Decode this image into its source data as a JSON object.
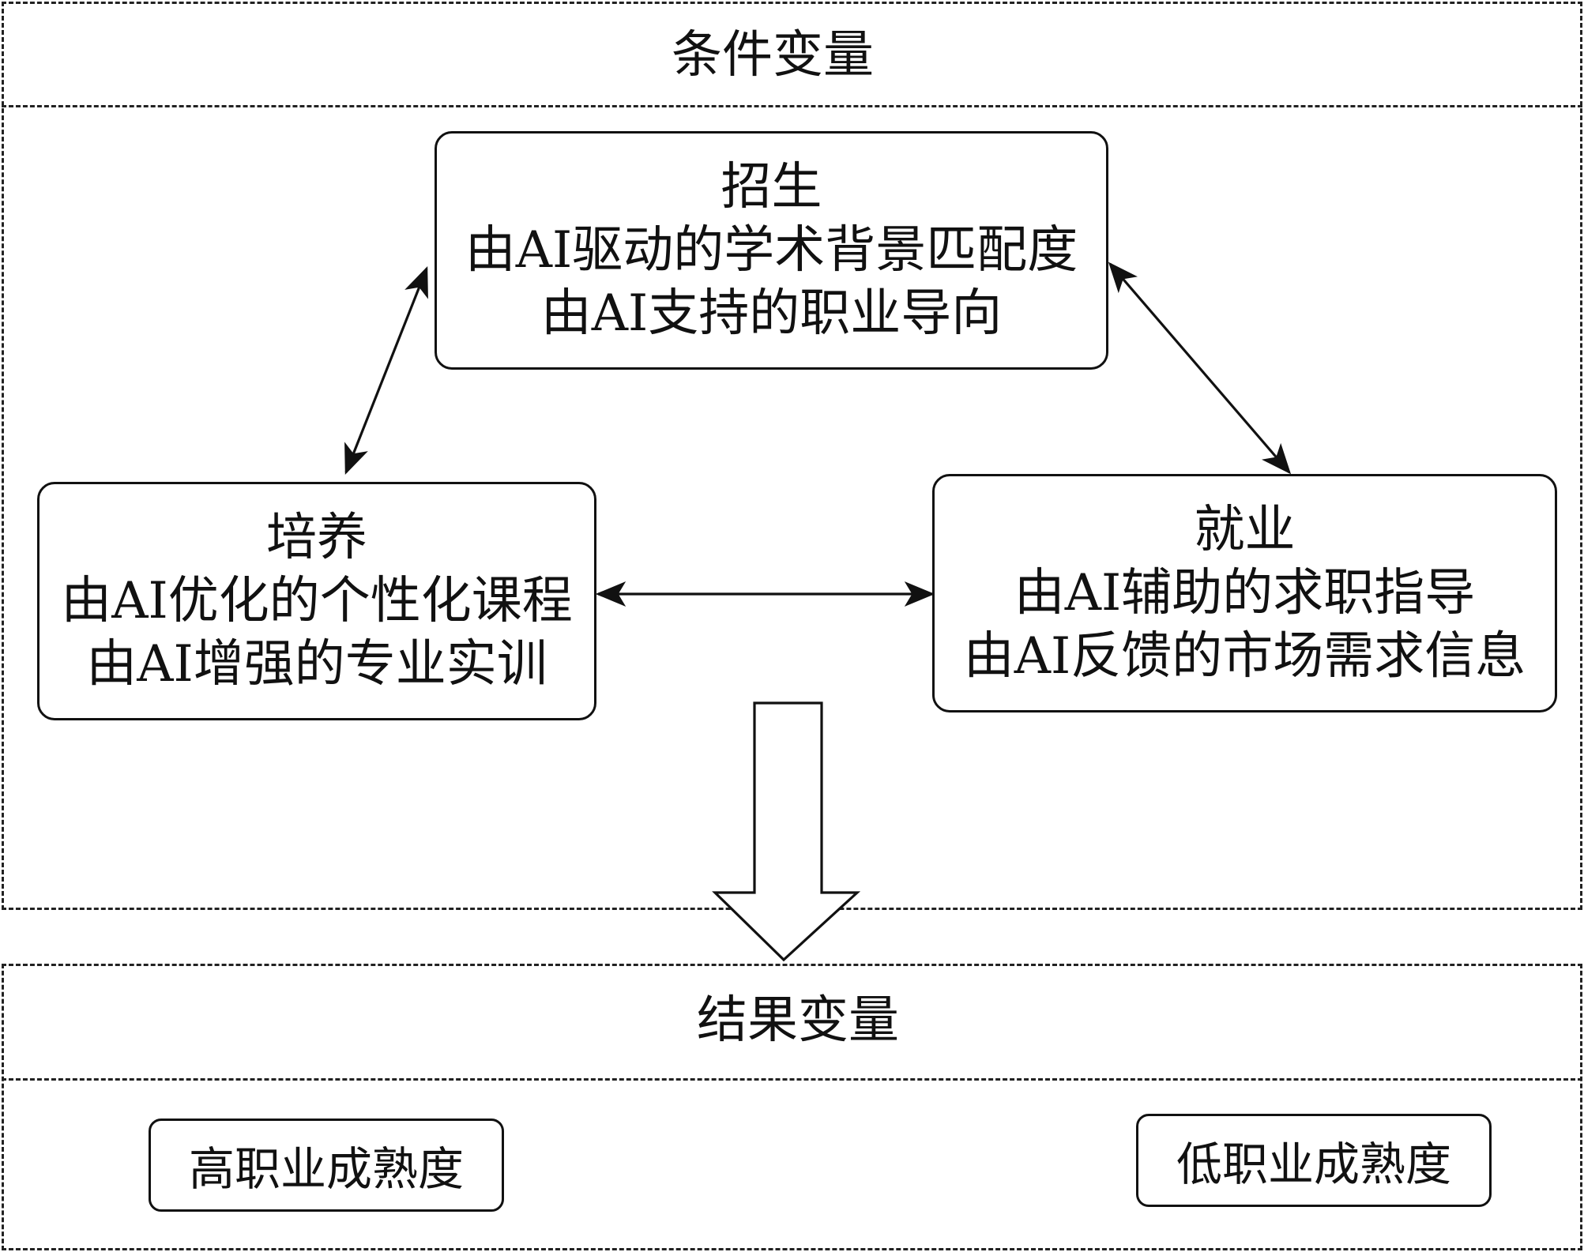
{
  "condition_section": {
    "title": "条件变量",
    "nodes": {
      "enrollment": {
        "title": "招生",
        "lines": [
          "由AI驱动的学术背景匹配度",
          "由AI支持的职业导向"
        ]
      },
      "training": {
        "title": "培养",
        "lines": [
          "由AI优化的个性化课程",
          "由AI增强的专业实训"
        ]
      },
      "employment": {
        "title": "就业",
        "lines": [
          "由AI辅助的求职指导",
          "由AI反馈的市场需求信息"
        ]
      }
    }
  },
  "result_section": {
    "title": "结果变量",
    "outcomes": [
      "高职业成熟度",
      "低职业成熟度"
    ]
  },
  "colors": {
    "stroke": "#111111",
    "background": "#ffffff"
  }
}
